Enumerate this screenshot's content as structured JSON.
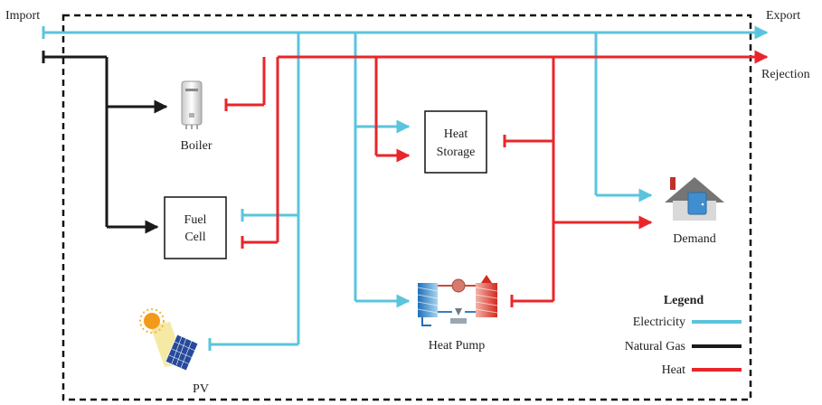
{
  "labels": {
    "import": "Import",
    "export": "Export",
    "rejection": "Rejection",
    "boiler": "Boiler",
    "fuel_cell_line1": "Fuel",
    "fuel_cell_line2": "Cell",
    "heat_storage_line1": "Heat",
    "heat_storage_line2": "Storage",
    "demand": "Demand",
    "heat_pump": "Heat Pump",
    "pv": "PV"
  },
  "legend": {
    "title": "Legend",
    "items": [
      {
        "label": "Electricity",
        "color": "#5bc4dd"
      },
      {
        "label": "Natural Gas",
        "color": "#1a1a1a"
      },
      {
        "label": "Heat",
        "color": "#e8262b"
      }
    ]
  },
  "colors": {
    "electricity": "#5bc4dd",
    "natural_gas": "#1a1a1a",
    "heat": "#e8262b",
    "border": "#111111"
  },
  "icons": {
    "boiler": "boiler-icon",
    "heat_pump": "heat-pump-icon",
    "demand": "house-icon",
    "pv": "solar-panel-icon"
  }
}
